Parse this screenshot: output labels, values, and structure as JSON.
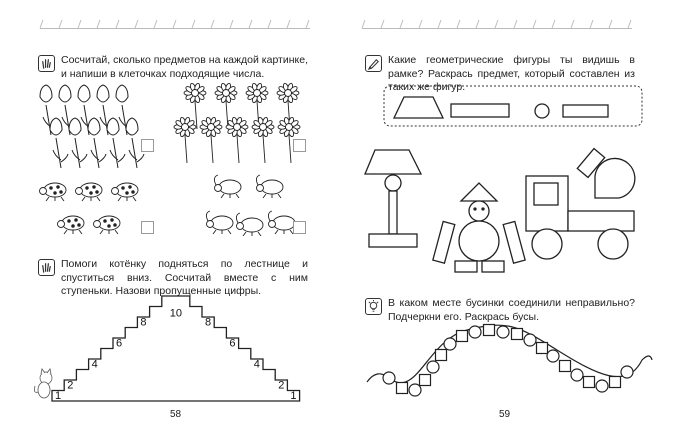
{
  "left_page": {
    "task1": {
      "icon": "hand-counting-icon",
      "text": "Сосчитай, сколько предметов на каждой картинке, и напиши в клеточках подходящие числа."
    },
    "task2": {
      "icon": "hand-counting-icon",
      "text": "Помоги котёнку подняться по лестнице и спуститься вниз. Сосчитай вместе с ним ступеньки. Назови пропущенные цифры."
    },
    "staircase_left_numbers": [
      "1",
      "2",
      "4",
      "6",
      "8"
    ],
    "staircase_top": "10",
    "staircase_right_numbers": [
      "8",
      "6",
      "4",
      "2",
      "1"
    ],
    "page_number": "58"
  },
  "right_page": {
    "task1": {
      "icon": "pencil-icon",
      "text": "Какие геометрические фигуры ты видишь в рамке? Раскрась предмет, который составлен из таких же фигур."
    },
    "task2": {
      "icon": "lightbulb-icon",
      "text": "В каком месте бусинки соединили неправильно? Подчеркни его. Раскрась бусы."
    },
    "page_number": "59"
  }
}
